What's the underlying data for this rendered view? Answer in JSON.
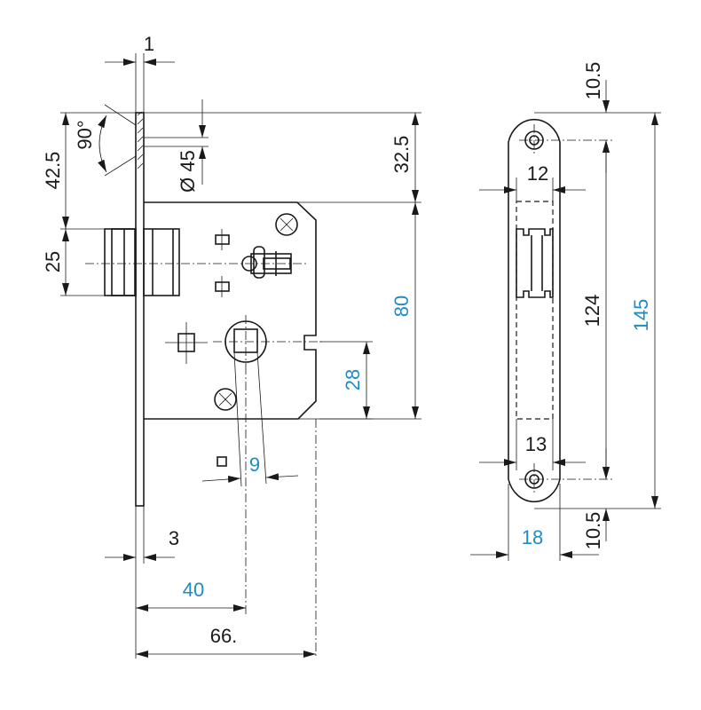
{
  "colors": {
    "line": "#1a1a1a",
    "text_dark": "#1a1a1a",
    "text_blue": "#1e8bc3",
    "background": "#ffffff"
  },
  "lock_body": {
    "dim_faceplate_thickness": "1",
    "dim_bevel_angle": "90°",
    "dim_top_to_latch": "42.5",
    "dim_latch_height": "25",
    "dim_bevel_diameter": "Ø 45",
    "dim_top_to_case": "32.5",
    "dim_case_height": "80",
    "dim_spindle_to_bottom": "28",
    "dim_spindle_square": "9",
    "dim_plate_depth": "3",
    "dim_backset": "40",
    "dim_overall_depth": "66."
  },
  "strike_plate": {
    "dim_top_hole": "10.5",
    "dim_top_width": "12",
    "dim_hole_spacing": "124",
    "dim_length": "145",
    "dim_bottom_width": "13",
    "dim_plate_width": "18",
    "dim_bottom_hole": "10.5"
  }
}
